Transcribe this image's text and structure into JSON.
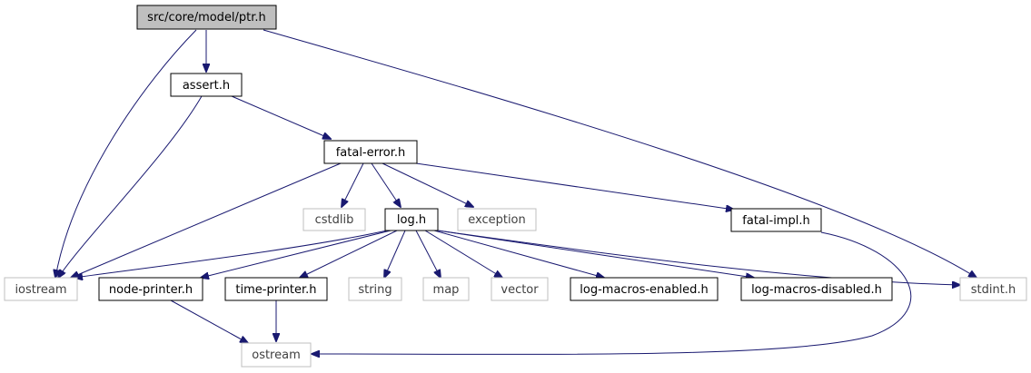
{
  "nodes": {
    "ptr": {
      "label": "src/core/model/ptr.h",
      "kind": "root"
    },
    "assert": {
      "label": "assert.h",
      "kind": "file"
    },
    "fatal_error": {
      "label": "fatal-error.h",
      "kind": "file"
    },
    "cstdlib": {
      "label": "cstdlib",
      "kind": "external"
    },
    "log": {
      "label": "log.h",
      "kind": "file"
    },
    "exception": {
      "label": "exception",
      "kind": "external"
    },
    "fatal_impl": {
      "label": "fatal-impl.h",
      "kind": "file"
    },
    "iostream": {
      "label": "iostream",
      "kind": "external"
    },
    "node_printer": {
      "label": "node-printer.h",
      "kind": "file"
    },
    "time_printer": {
      "label": "time-printer.h",
      "kind": "file"
    },
    "string": {
      "label": "string",
      "kind": "external"
    },
    "map": {
      "label": "map",
      "kind": "external"
    },
    "vector": {
      "label": "vector",
      "kind": "external"
    },
    "log_macros_enabled": {
      "label": "log-macros-enabled.h",
      "kind": "file"
    },
    "log_macros_disabled": {
      "label": "log-macros-disabled.h",
      "kind": "file"
    },
    "stdint": {
      "label": "stdint.h",
      "kind": "external"
    },
    "ostream": {
      "label": "ostream",
      "kind": "external"
    }
  },
  "edges": [
    [
      "ptr",
      "assert"
    ],
    [
      "ptr",
      "iostream"
    ],
    [
      "ptr",
      "stdint"
    ],
    [
      "assert",
      "fatal_error"
    ],
    [
      "assert",
      "iostream"
    ],
    [
      "fatal_error",
      "cstdlib"
    ],
    [
      "fatal_error",
      "log"
    ],
    [
      "fatal_error",
      "exception"
    ],
    [
      "fatal_error",
      "fatal_impl"
    ],
    [
      "fatal_error",
      "iostream"
    ],
    [
      "log",
      "iostream"
    ],
    [
      "log",
      "node_printer"
    ],
    [
      "log",
      "time_printer"
    ],
    [
      "log",
      "string"
    ],
    [
      "log",
      "map"
    ],
    [
      "log",
      "vector"
    ],
    [
      "log",
      "log_macros_enabled"
    ],
    [
      "log",
      "log_macros_disabled"
    ],
    [
      "log",
      "stdint"
    ],
    [
      "node_printer",
      "ostream"
    ],
    [
      "time_printer",
      "ostream"
    ],
    [
      "fatal_impl",
      "ostream"
    ]
  ]
}
